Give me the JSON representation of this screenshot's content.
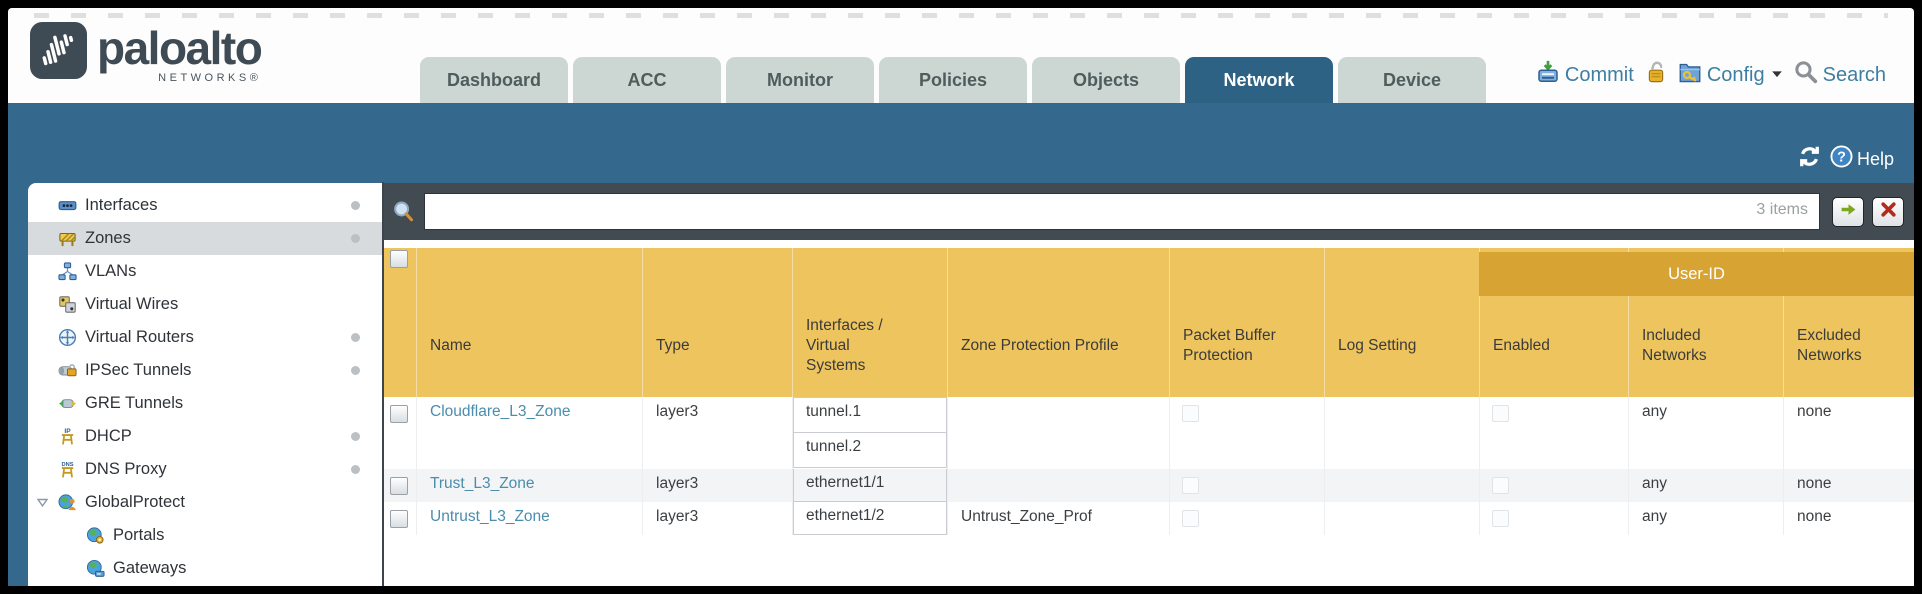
{
  "brand": {
    "name": "paloalto",
    "sub": "NETWORKS®",
    "logo_icon": "paloalto-logo-icon"
  },
  "header": {
    "tabs": [
      {
        "label": "Dashboard",
        "active": false
      },
      {
        "label": "ACC",
        "active": false
      },
      {
        "label": "Monitor",
        "active": false
      },
      {
        "label": "Policies",
        "active": false
      },
      {
        "label": "Objects",
        "active": false
      },
      {
        "label": "Network",
        "active": true
      },
      {
        "label": "Device",
        "active": false
      }
    ],
    "actions": {
      "commit_label": "Commit",
      "commit_icon": "commit-icon",
      "lock_icon": "lock-icon",
      "config_label": "Config",
      "config_icon": "config-icon",
      "config_chevron_icon": "chevron-down-icon",
      "search_label": "Search",
      "search_icon": "search-icon"
    }
  },
  "utility": {
    "refresh_icon": "refresh-icon",
    "help_icon": "help-icon",
    "help_label": "Help"
  },
  "sidebar": {
    "items": [
      {
        "label": "Interfaces",
        "icon": "interfaces-icon",
        "dot": true,
        "selected": false,
        "indent": false,
        "expandable": false
      },
      {
        "label": "Zones",
        "icon": "zones-icon",
        "dot": true,
        "selected": true,
        "indent": false,
        "expandable": false
      },
      {
        "label": "VLANs",
        "icon": "vlans-icon",
        "dot": false,
        "selected": false,
        "indent": false,
        "expandable": false
      },
      {
        "label": "Virtual Wires",
        "icon": "virtual-wires-icon",
        "dot": false,
        "selected": false,
        "indent": false,
        "expandable": false
      },
      {
        "label": "Virtual Routers",
        "icon": "virtual-routers-icon",
        "dot": true,
        "selected": false,
        "indent": false,
        "expandable": false
      },
      {
        "label": "IPSec Tunnels",
        "icon": "ipsec-tunnels-icon",
        "dot": true,
        "selected": false,
        "indent": false,
        "expandable": false
      },
      {
        "label": "GRE Tunnels",
        "icon": "gre-tunnels-icon",
        "dot": false,
        "selected": false,
        "indent": false,
        "expandable": false
      },
      {
        "label": "DHCP",
        "icon": "dhcp-icon",
        "dot": true,
        "selected": false,
        "indent": false,
        "expandable": false
      },
      {
        "label": "DNS Proxy",
        "icon": "dns-proxy-icon",
        "dot": true,
        "selected": false,
        "indent": false,
        "expandable": false
      },
      {
        "label": "GlobalProtect",
        "icon": "globalprotect-icon",
        "dot": false,
        "selected": false,
        "indent": false,
        "expandable": true,
        "expanded": true
      },
      {
        "label": "Portals",
        "icon": "portals-icon",
        "dot": false,
        "selected": false,
        "indent": true,
        "expandable": false
      },
      {
        "label": "Gateways",
        "icon": "gateways-icon",
        "dot": false,
        "selected": false,
        "indent": true,
        "expandable": false
      }
    ]
  },
  "toolbar": {
    "filter_value": "",
    "filter_placeholder": "",
    "items_count": "3 items",
    "magnifier_icon": "magnifier-icon",
    "apply_filter_icon": "arrow-right-icon",
    "clear_filter_icon": "clear-x-icon"
  },
  "table": {
    "group_header": "User-ID",
    "columns": [
      "",
      "Name",
      "Type",
      "Interfaces / Virtual Systems",
      "Zone Protection Profile",
      "Packet Buffer Protection",
      "Log Setting",
      "Enabled",
      "Included Networks",
      "Excluded Networks"
    ],
    "rows": [
      {
        "selected": false,
        "name": "Cloudflare_L3_Zone",
        "type": "layer3",
        "interfaces": [
          "tunnel.1",
          "tunnel.2"
        ],
        "zone_protection_profile": "",
        "packet_buffer_protection": false,
        "log_setting": "",
        "user_id_enabled": false,
        "included_networks": "any",
        "excluded_networks": "none"
      },
      {
        "selected": false,
        "name": "Trust_L3_Zone",
        "type": "layer3",
        "interfaces": [
          "ethernet1/1"
        ],
        "zone_protection_profile": "",
        "packet_buffer_protection": false,
        "log_setting": "",
        "user_id_enabled": false,
        "included_networks": "any",
        "excluded_networks": "none"
      },
      {
        "selected": false,
        "name": "Untrust_L3_Zone",
        "type": "layer3",
        "interfaces": [
          "ethernet1/2"
        ],
        "zone_protection_profile": "Untrust_Zone_Prof",
        "packet_buffer_protection": false,
        "log_setting": "",
        "user_id_enabled": false,
        "included_networks": "any",
        "excluded_networks": "none"
      }
    ]
  },
  "colors": {
    "accent_teal": "#34688C",
    "tab_active": "#2D6284",
    "header_amber": "#EDC45E",
    "group_band_amber": "#D7A433",
    "link_blue": "#4A8DAD",
    "toolbar_dark": "#424A52",
    "logo_slate": "#3F4B54"
  }
}
